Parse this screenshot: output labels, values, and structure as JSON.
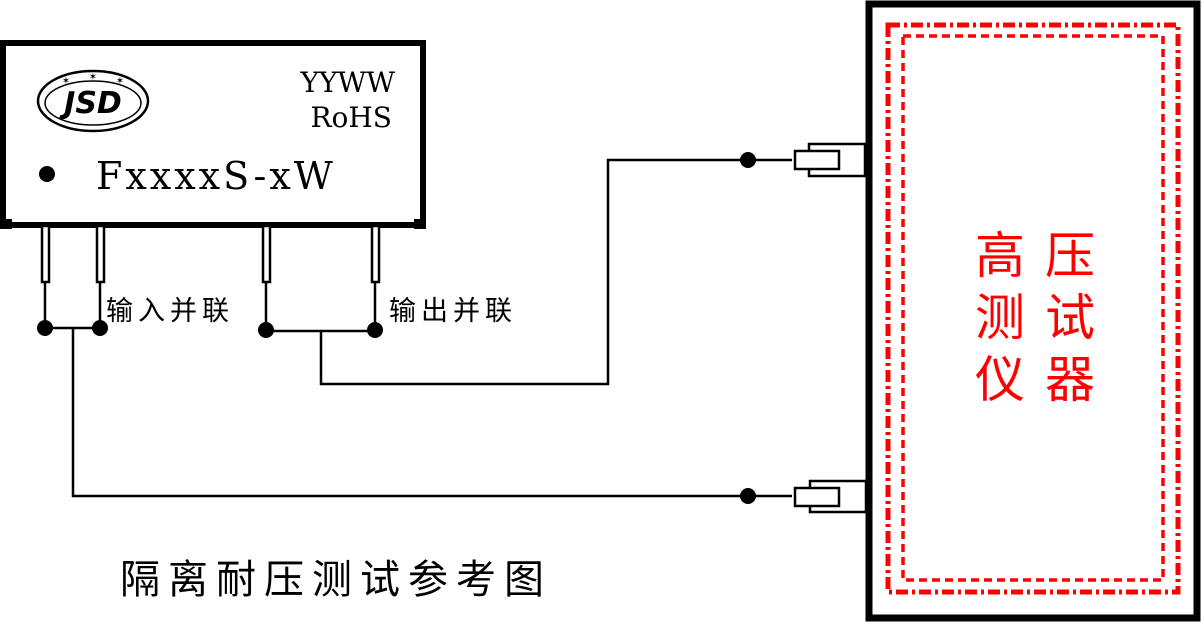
{
  "module": {
    "logo_text": "JSD",
    "date_code": "YYWW",
    "compliance": "RoHS",
    "model": "FxxxxS-xW"
  },
  "labels": {
    "input_parallel": "输入并联",
    "output_parallel": "输出并联"
  },
  "tester": {
    "line1": [
      "高",
      "压"
    ],
    "line2": [
      "测",
      "试"
    ],
    "line3": [
      "仪",
      "器"
    ],
    "accent_color": "#ff0000"
  },
  "caption": "隔离耐压测试参考图"
}
